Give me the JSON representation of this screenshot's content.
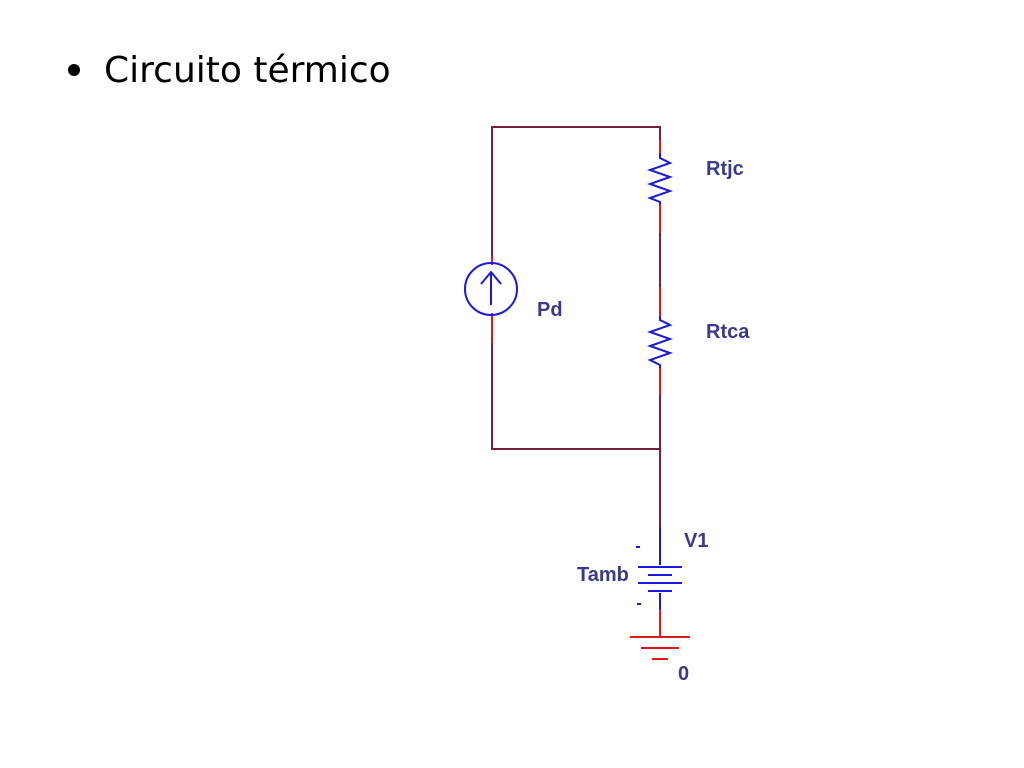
{
  "slide": {
    "title": "Circuito térmico"
  },
  "circuit": {
    "labels": {
      "rtjc": "Rtjc",
      "rtca": "Rtca",
      "pd": "Pd",
      "v1": "V1",
      "tamb": "Tamb",
      "ground": "0"
    },
    "colors": {
      "wire": "#7a1f3d",
      "component": "#1a1adc",
      "pin": "#e01818",
      "label_text": "#3a3a8c"
    }
  }
}
